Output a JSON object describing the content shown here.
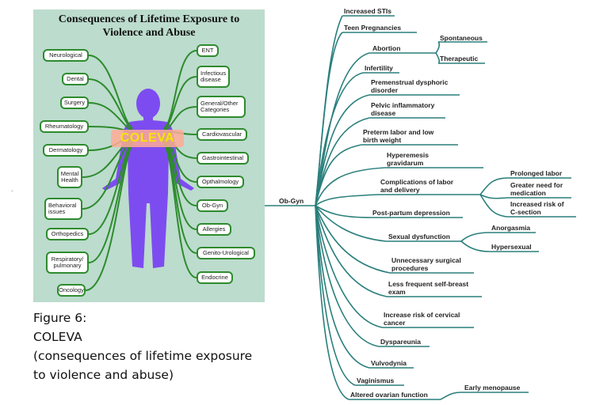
{
  "figure": {
    "title_line1": "Consequences of Lifetime Exposure to",
    "title_line2": "Violence and Abuse",
    "center_label": "COLEVA",
    "left_boxes": [
      {
        "l1": "Neurological",
        "l2": ""
      },
      {
        "l1": "Dental",
        "l2": ""
      },
      {
        "l1": "Surgery",
        "l2": ""
      },
      {
        "l1": "Rheumatology",
        "l2": ""
      },
      {
        "l1": "Dermatology",
        "l2": ""
      },
      {
        "l1": "Mental",
        "l2": "Health"
      },
      {
        "l1": "Behavioral",
        "l2": "issues"
      },
      {
        "l1": "Orthopedics",
        "l2": ""
      },
      {
        "l1": "Respiratory/",
        "l2": "pulmonary"
      },
      {
        "l1": "Oncology",
        "l2": ""
      }
    ],
    "right_boxes": [
      {
        "l1": "ENT",
        "l2": ""
      },
      {
        "l1": "Infectious",
        "l2": "disease"
      },
      {
        "l1": "General/Other",
        "l2": "Categories"
      },
      {
        "l1": "Cardiovascular",
        "l2": ""
      },
      {
        "l1": "Gastrointestinal",
        "l2": ""
      },
      {
        "l1": "Opthalmology",
        "l2": ""
      },
      {
        "l1": "Ob-Gyn",
        "l2": ""
      },
      {
        "l1": "Allergies",
        "l2": ""
      },
      {
        "l1": "Genito-Urological",
        "l2": ""
      },
      {
        "l1": "Endocrine",
        "l2": ""
      }
    ],
    "body_color": "#7d4cf0",
    "box_border_color": "#2e8b2e",
    "panel_color": "#bcdccd"
  },
  "caption": {
    "line1": "Figure 6:",
    "line2": "COLEVA",
    "line3": "(consequences of lifetime exposure",
    "line4": "to violence and abuse)"
  },
  "mindmap": {
    "root": "Ob-Gyn",
    "branches": [
      {
        "l1": "Increased STIs",
        "l2": ""
      },
      {
        "l1": "Teen Pregnancies",
        "l2": ""
      },
      {
        "l1": "Abortion",
        "l2": "",
        "children": [
          "Spontaneous",
          "Therapeutic"
        ]
      },
      {
        "l1": "Infertility",
        "l2": ""
      },
      {
        "l1": "Premenstrual dysphoric",
        "l2": "disorder"
      },
      {
        "l1": "Pelvic inflammatory",
        "l2": "disease"
      },
      {
        "l1": "Preterm labor and low",
        "l2": "birth weight"
      },
      {
        "l1": "Hyperemesis",
        "l2": "gravidarum"
      },
      {
        "l1": "Complications of labor",
        "l2": "and delivery",
        "children": [
          {
            "l1": "Prolonged labor",
            "l2": ""
          },
          {
            "l1": "Greater need for",
            "l2": "medication"
          },
          {
            "l1": "Increased risk of",
            "l2": "C-section"
          }
        ]
      },
      {
        "l1": "Post-partum depression",
        "l2": ""
      },
      {
        "l1": "Sexual dysfunction",
        "l2": "",
        "children": [
          "Anorgasmia",
          "Hypersexual"
        ]
      },
      {
        "l1": "Unnecessary surgical",
        "l2": "procedures"
      },
      {
        "l1": "Less frequent self-breast",
        "l2": "exam"
      },
      {
        "l1": "Increase risk of cervical",
        "l2": "cancer"
      },
      {
        "l1": "Dyspareunia",
        "l2": ""
      },
      {
        "l1": "Vulvodynia",
        "l2": ""
      },
      {
        "l1": "Vaginismus",
        "l2": ""
      },
      {
        "l1": "Altered ovarian function",
        "l2": "",
        "children": [
          "Early menopause"
        ]
      }
    ]
  }
}
